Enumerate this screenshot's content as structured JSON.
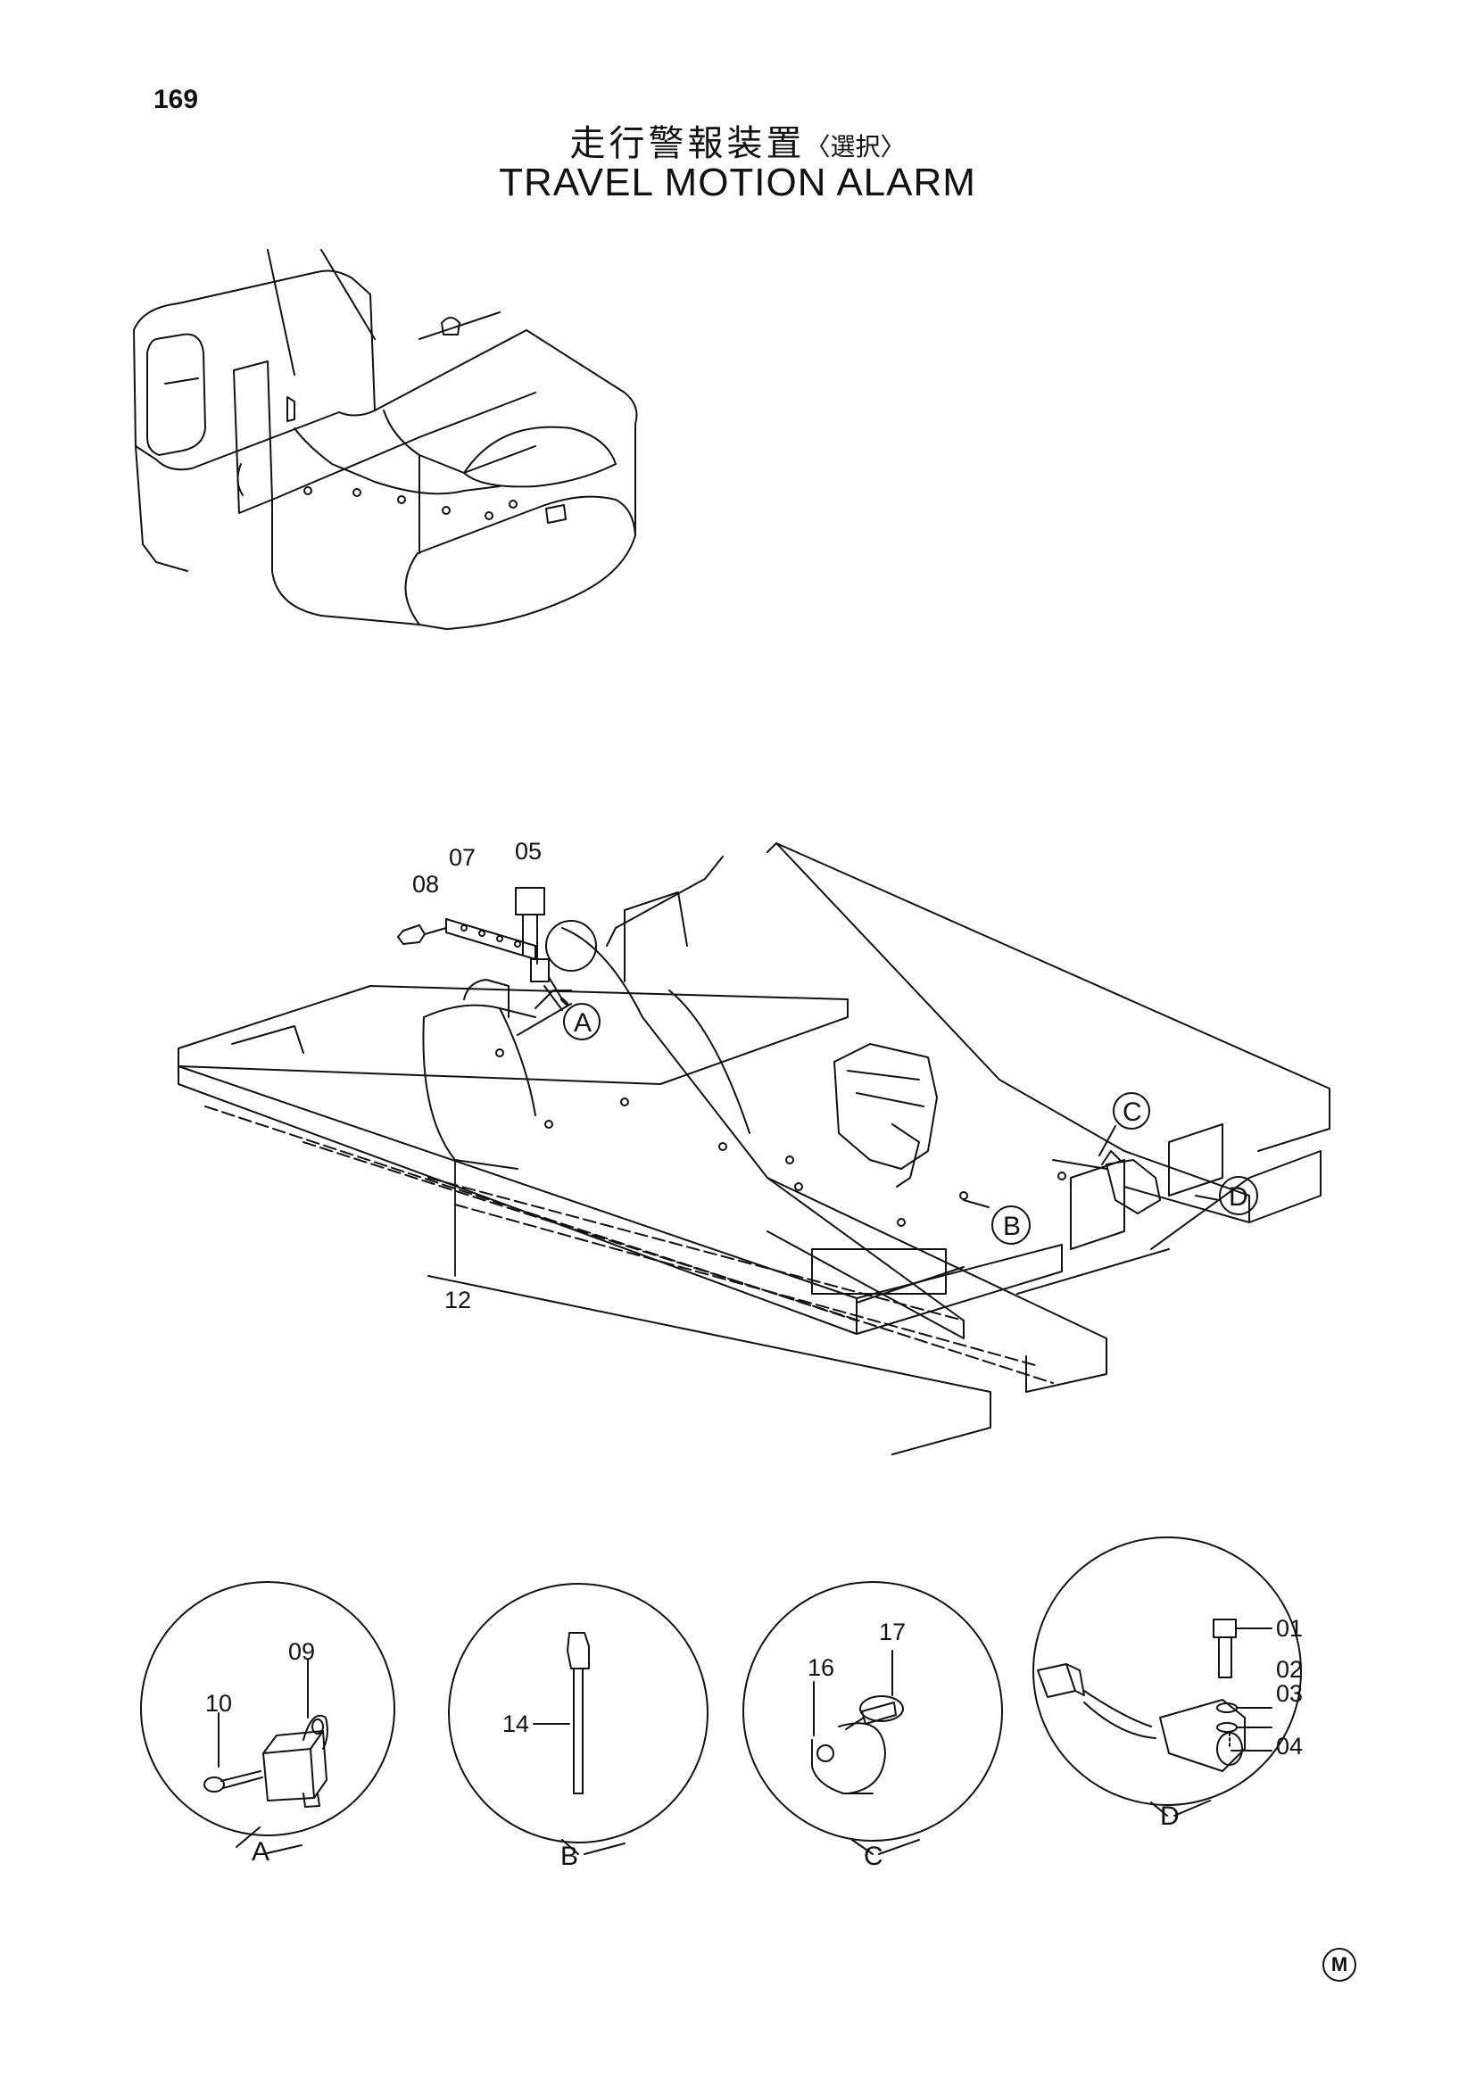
{
  "header": {
    "page_number": "169",
    "title_jp": "走行警報装置",
    "title_jp_sub": "〈選択〉",
    "title_en": "TRAVEL MOTION ALARM"
  },
  "main_view": {
    "part_labels": [
      "08",
      "07",
      "05",
      "12"
    ],
    "callouts": [
      "A",
      "B",
      "C",
      "D"
    ]
  },
  "details": [
    {
      "letter": "A",
      "parts": [
        "09",
        "10"
      ]
    },
    {
      "letter": "B",
      "parts": [
        "14"
      ]
    },
    {
      "letter": "C",
      "parts": [
        "17",
        "16"
      ]
    },
    {
      "letter": "D",
      "parts": [
        "01",
        "02",
        "03",
        "04"
      ]
    }
  ],
  "footer": {
    "mark": "M"
  }
}
